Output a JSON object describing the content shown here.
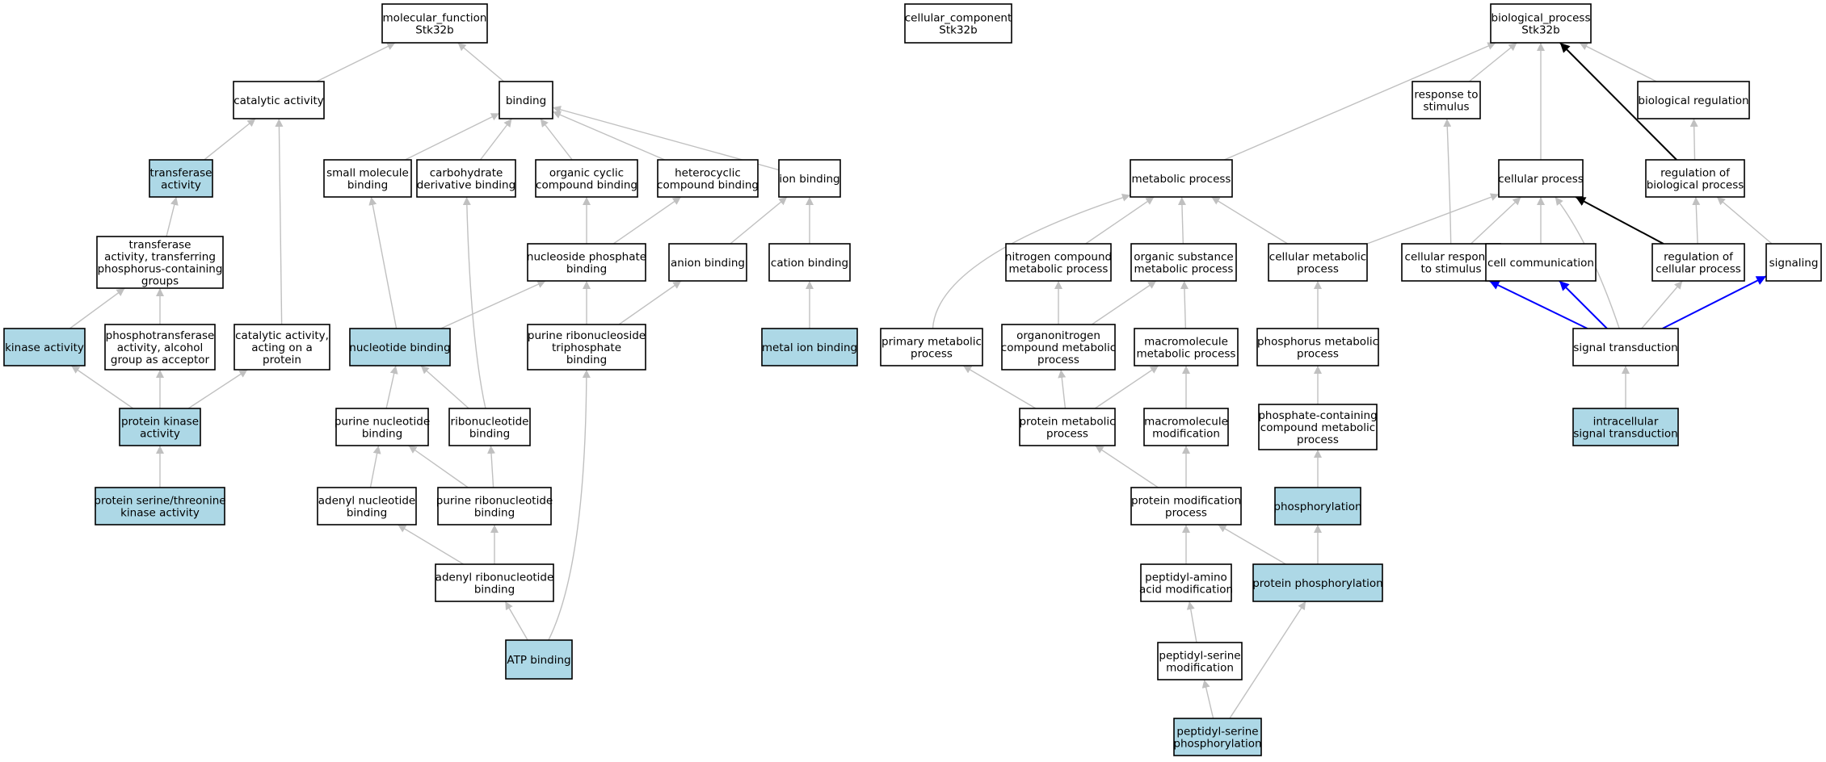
{
  "colors": {
    "highlight_fill": "#add8e6",
    "plain_fill": "#ffffff",
    "edge_gray": "#c0c0c0",
    "edge_black": "#000000",
    "edge_blue": "#0000ff"
  },
  "nodes": [
    {
      "id": "mf",
      "lines": [
        "molecular_function",
        "Stk32b"
      ],
      "highlight": false
    },
    {
      "id": "cc",
      "lines": [
        "cellular_component",
        "Stk32b"
      ],
      "highlight": false
    },
    {
      "id": "bp",
      "lines": [
        "biological_process",
        "Stk32b"
      ],
      "highlight": false
    },
    {
      "id": "catalytic",
      "lines": [
        "catalytic activity"
      ],
      "highlight": false
    },
    {
      "id": "binding",
      "lines": [
        "binding"
      ],
      "highlight": false
    },
    {
      "id": "transferase",
      "lines": [
        "transferase",
        "activity"
      ],
      "highlight": true
    },
    {
      "id": "smallmol",
      "lines": [
        "small molecule",
        "binding"
      ],
      "highlight": false
    },
    {
      "id": "carbo",
      "lines": [
        "carbohydrate",
        "derivative binding"
      ],
      "highlight": false
    },
    {
      "id": "organiccyclic",
      "lines": [
        "organic cyclic",
        "compound binding"
      ],
      "highlight": false
    },
    {
      "id": "heterocyclic",
      "lines": [
        "heterocyclic",
        "compound binding"
      ],
      "highlight": false
    },
    {
      "id": "ionbinding",
      "lines": [
        "ion binding"
      ],
      "highlight": false
    },
    {
      "id": "transphos",
      "lines": [
        "transferase",
        "activity, transferring",
        "phosphorus-containing",
        "groups"
      ],
      "highlight": false
    },
    {
      "id": "nucphos",
      "lines": [
        "nucleoside phosphate",
        "binding"
      ],
      "highlight": false
    },
    {
      "id": "anion",
      "lines": [
        "anion binding"
      ],
      "highlight": false
    },
    {
      "id": "cation",
      "lines": [
        "cation binding"
      ],
      "highlight": false
    },
    {
      "id": "kinase",
      "lines": [
        "kinase activity"
      ],
      "highlight": true
    },
    {
      "id": "phosalc",
      "lines": [
        "phosphotransferase",
        "activity, alcohol",
        "group as acceptor"
      ],
      "highlight": false
    },
    {
      "id": "catprot",
      "lines": [
        "catalytic activity,",
        "acting on a",
        "protein"
      ],
      "highlight": false
    },
    {
      "id": "nucleotide",
      "lines": [
        "nucleotide binding"
      ],
      "highlight": true
    },
    {
      "id": "purribotri",
      "lines": [
        "purine ribonucleoside",
        "triphosphate",
        "binding"
      ],
      "highlight": false
    },
    {
      "id": "metalion",
      "lines": [
        "metal ion binding"
      ],
      "highlight": true
    },
    {
      "id": "protkinase",
      "lines": [
        "protein kinase",
        "activity"
      ],
      "highlight": true
    },
    {
      "id": "purnuc",
      "lines": [
        "purine nucleotide",
        "binding"
      ],
      "highlight": false
    },
    {
      "id": "ribonuc",
      "lines": [
        "ribonucleotide",
        "binding"
      ],
      "highlight": false
    },
    {
      "id": "serthr",
      "lines": [
        "protein serine/threonine",
        "kinase activity"
      ],
      "highlight": true
    },
    {
      "id": "adenylnuc",
      "lines": [
        "adenyl nucleotide",
        "binding"
      ],
      "highlight": false
    },
    {
      "id": "purribonuc",
      "lines": [
        "purine ribonucleotide",
        "binding"
      ],
      "highlight": false
    },
    {
      "id": "adenylribo",
      "lines": [
        "adenyl ribonucleotide",
        "binding"
      ],
      "highlight": false
    },
    {
      "id": "atp",
      "lines": [
        "ATP binding"
      ],
      "highlight": true
    },
    {
      "id": "response",
      "lines": [
        "response to",
        "stimulus"
      ],
      "highlight": false
    },
    {
      "id": "bioreg",
      "lines": [
        "biological regulation"
      ],
      "highlight": false
    },
    {
      "id": "metabolic",
      "lines": [
        "metabolic process"
      ],
      "highlight": false
    },
    {
      "id": "cellular",
      "lines": [
        "cellular process"
      ],
      "highlight": false
    },
    {
      "id": "regbio",
      "lines": [
        "regulation of",
        "biological process"
      ],
      "highlight": false
    },
    {
      "id": "nitrogen",
      "lines": [
        "nitrogen compound",
        "metabolic process"
      ],
      "highlight": false
    },
    {
      "id": "organicsub",
      "lines": [
        "organic substance",
        "metabolic process"
      ],
      "highlight": false
    },
    {
      "id": "cellmetab",
      "lines": [
        "cellular metabolic",
        "process"
      ],
      "highlight": false
    },
    {
      "id": "cellresp",
      "lines": [
        "cellular response",
        "to stimulus"
      ],
      "highlight": false
    },
    {
      "id": "cellcomm",
      "lines": [
        "cell communication"
      ],
      "highlight": false
    },
    {
      "id": "regcell",
      "lines": [
        "regulation of",
        "cellular process"
      ],
      "highlight": false
    },
    {
      "id": "signaling",
      "lines": [
        "signaling"
      ],
      "highlight": false
    },
    {
      "id": "primary",
      "lines": [
        "primary metabolic",
        "process"
      ],
      "highlight": false
    },
    {
      "id": "organonitro",
      "lines": [
        "organonitrogen",
        "compound metabolic",
        "process"
      ],
      "highlight": false
    },
    {
      "id": "macromol",
      "lines": [
        "macromolecule",
        "metabolic process"
      ],
      "highlight": false
    },
    {
      "id": "phosmetab",
      "lines": [
        "phosphorus metabolic",
        "process"
      ],
      "highlight": false
    },
    {
      "id": "sigtrans",
      "lines": [
        "signal transduction"
      ],
      "highlight": false
    },
    {
      "id": "protmetab",
      "lines": [
        "protein metabolic",
        "process"
      ],
      "highlight": false
    },
    {
      "id": "macromod",
      "lines": [
        "macromolecule",
        "modification"
      ],
      "highlight": false
    },
    {
      "id": "phoscont",
      "lines": [
        "phosphate-containing",
        "compound metabolic",
        "process"
      ],
      "highlight": false
    },
    {
      "id": "intracell",
      "lines": [
        "intracellular",
        "signal transduction"
      ],
      "highlight": true
    },
    {
      "id": "protmod",
      "lines": [
        "protein modification",
        "process"
      ],
      "highlight": false
    },
    {
      "id": "phosphorylation",
      "lines": [
        "phosphorylation"
      ],
      "highlight": true
    },
    {
      "id": "peptidylamino",
      "lines": [
        "peptidyl-amino",
        "acid modification"
      ],
      "highlight": false
    },
    {
      "id": "protphos",
      "lines": [
        "protein phosphorylation"
      ],
      "highlight": true
    },
    {
      "id": "peptidylser",
      "lines": [
        "peptidyl-serine",
        "modification"
      ],
      "highlight": false
    },
    {
      "id": "peptidylserphos",
      "lines": [
        "peptidyl-serine",
        "phosphorylation"
      ],
      "highlight": true
    }
  ],
  "edges": [
    {
      "from": "catalytic",
      "to": "mf",
      "color": "gray"
    },
    {
      "from": "binding",
      "to": "mf",
      "color": "gray"
    },
    {
      "from": "transferase",
      "to": "catalytic",
      "color": "gray"
    },
    {
      "from": "catprot",
      "to": "catalytic",
      "color": "gray"
    },
    {
      "from": "smallmol",
      "to": "binding",
      "color": "gray"
    },
    {
      "from": "carbo",
      "to": "binding",
      "color": "gray"
    },
    {
      "from": "organiccyclic",
      "to": "binding",
      "color": "gray"
    },
    {
      "from": "heterocyclic",
      "to": "binding",
      "color": "gray"
    },
    {
      "from": "ionbinding",
      "to": "binding",
      "color": "gray"
    },
    {
      "from": "transphos",
      "to": "transferase",
      "color": "gray"
    },
    {
      "from": "kinase",
      "to": "transphos",
      "color": "gray"
    },
    {
      "from": "phosalc",
      "to": "transphos",
      "color": "gray"
    },
    {
      "from": "protkinase",
      "to": "kinase",
      "color": "gray"
    },
    {
      "from": "protkinase",
      "to": "phosalc",
      "color": "gray"
    },
    {
      "from": "protkinase",
      "to": "catprot",
      "color": "gray"
    },
    {
      "from": "serthr",
      "to": "protkinase",
      "color": "gray"
    },
    {
      "from": "nucphos",
      "to": "organiccyclic",
      "color": "gray"
    },
    {
      "from": "nucphos",
      "to": "heterocyclic",
      "color": "gray"
    },
    {
      "from": "anion",
      "to": "ionbinding",
      "color": "gray"
    },
    {
      "from": "cation",
      "to": "ionbinding",
      "color": "gray"
    },
    {
      "from": "metalion",
      "to": "cation",
      "color": "gray"
    },
    {
      "from": "nucleotide",
      "to": "smallmol",
      "color": "gray"
    },
    {
      "from": "nucleotide",
      "to": "nucphos",
      "color": "gray"
    },
    {
      "from": "purribotri",
      "to": "nucphos",
      "color": "gray"
    },
    {
      "from": "purribotri",
      "to": "anion",
      "color": "gray"
    },
    {
      "from": "purnuc",
      "to": "nucleotide",
      "color": "gray"
    },
    {
      "from": "ribonuc",
      "to": "nucleotide",
      "color": "gray"
    },
    {
      "from": "ribonuc",
      "to": "carbo",
      "color": "gray"
    },
    {
      "from": "adenylnuc",
      "to": "purnuc",
      "color": "gray"
    },
    {
      "from": "purribonuc",
      "to": "purnuc",
      "color": "gray"
    },
    {
      "from": "purribonuc",
      "to": "ribonuc",
      "color": "gray"
    },
    {
      "from": "adenylribo",
      "to": "adenylnuc",
      "color": "gray"
    },
    {
      "from": "adenylribo",
      "to": "purribonuc",
      "color": "gray"
    },
    {
      "from": "atp",
      "to": "adenylribo",
      "color": "gray"
    },
    {
      "from": "atp",
      "to": "purribotri",
      "color": "gray"
    },
    {
      "from": "response",
      "to": "bp",
      "color": "gray"
    },
    {
      "from": "metabolic",
      "to": "bp",
      "color": "gray"
    },
    {
      "from": "cellular",
      "to": "bp",
      "color": "gray"
    },
    {
      "from": "bioreg",
      "to": "bp",
      "color": "gray"
    },
    {
      "from": "regbio",
      "to": "bp",
      "color": "black"
    },
    {
      "from": "regbio",
      "to": "bioreg",
      "color": "gray"
    },
    {
      "from": "nitrogen",
      "to": "metabolic",
      "color": "gray"
    },
    {
      "from": "organicsub",
      "to": "metabolic",
      "color": "gray"
    },
    {
      "from": "cellmetab",
      "to": "metabolic",
      "color": "gray"
    },
    {
      "from": "primary",
      "to": "metabolic",
      "color": "gray"
    },
    {
      "from": "cellmetab",
      "to": "cellular",
      "color": "gray"
    },
    {
      "from": "cellresp",
      "to": "cellular",
      "color": "gray"
    },
    {
      "from": "cellresp",
      "to": "response",
      "color": "gray"
    },
    {
      "from": "cellcomm",
      "to": "cellular",
      "color": "gray"
    },
    {
      "from": "regcell",
      "to": "cellular",
      "color": "black"
    },
    {
      "from": "regcell",
      "to": "regbio",
      "color": "gray"
    },
    {
      "from": "signaling",
      "to": "regbio",
      "color": "gray"
    },
    {
      "from": "sigtrans",
      "to": "cellresp",
      "color": "blue"
    },
    {
      "from": "sigtrans",
      "to": "cellcomm",
      "color": "blue"
    },
    {
      "from": "sigtrans",
      "to": "signaling",
      "color": "blue"
    },
    {
      "from": "sigtrans",
      "to": "regcell",
      "color": "gray"
    },
    {
      "from": "sigtrans",
      "to": "cellular",
      "color": "gray"
    },
    {
      "from": "intracell",
      "to": "sigtrans",
      "color": "gray"
    },
    {
      "from": "organonitro",
      "to": "nitrogen",
      "color": "gray"
    },
    {
      "from": "organonitro",
      "to": "organicsub",
      "color": "gray"
    },
    {
      "from": "macromol",
      "to": "organicsub",
      "color": "gray"
    },
    {
      "from": "phosmetab",
      "to": "cellmetab",
      "color": "gray"
    },
    {
      "from": "protmetab",
      "to": "primary",
      "color": "gray"
    },
    {
      "from": "protmetab",
      "to": "organonitro",
      "color": "gray"
    },
    {
      "from": "protmetab",
      "to": "macromol",
      "color": "gray"
    },
    {
      "from": "macromod",
      "to": "macromol",
      "color": "gray"
    },
    {
      "from": "phoscont",
      "to": "phosmetab",
      "color": "gray"
    },
    {
      "from": "protmod",
      "to": "protmetab",
      "color": "gray"
    },
    {
      "from": "protmod",
      "to": "macromod",
      "color": "gray"
    },
    {
      "from": "phosphorylation",
      "to": "phoscont",
      "color": "gray"
    },
    {
      "from": "peptidylamino",
      "to": "protmod",
      "color": "gray"
    },
    {
      "from": "protphos",
      "to": "protmod",
      "color": "gray"
    },
    {
      "from": "protphos",
      "to": "phosphorylation",
      "color": "gray"
    },
    {
      "from": "peptidylser",
      "to": "peptidylamino",
      "color": "gray"
    },
    {
      "from": "peptidylserphos",
      "to": "peptidylser",
      "color": "gray"
    },
    {
      "from": "peptidylserphos",
      "to": "protphos",
      "color": "gray"
    }
  ]
}
